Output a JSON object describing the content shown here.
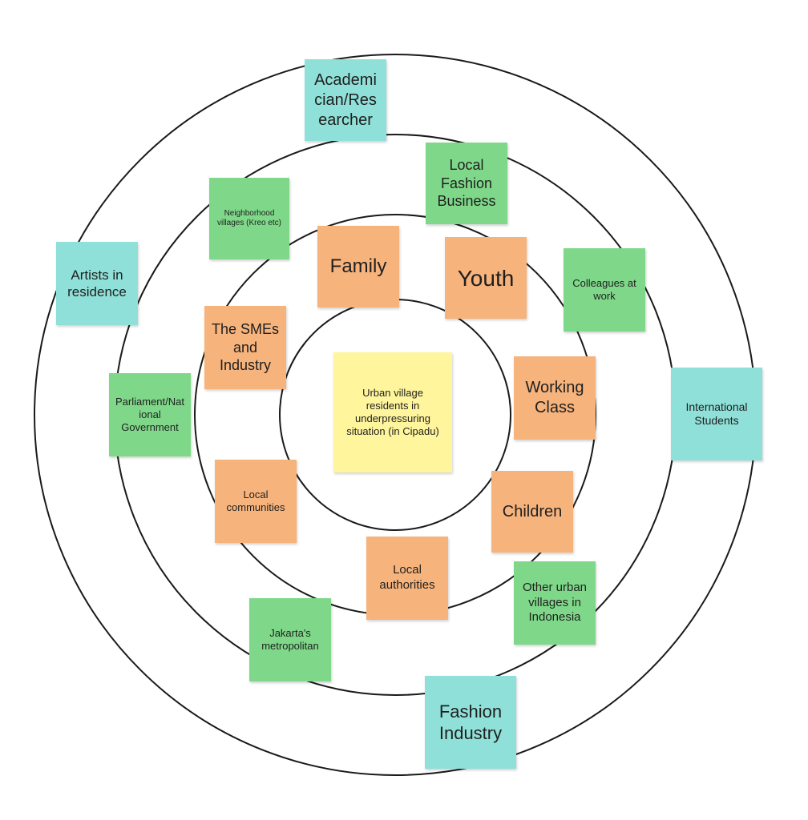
{
  "diagram": {
    "rings": 4,
    "colors": {
      "core": "#fff59d",
      "inner": "#f6b37c",
      "middle": "#7fd889",
      "outer": "#8fe0d8",
      "line": "#1a1a1a"
    },
    "notes": {
      "center": "Urban village residents in underpressuring situation (in Cipadu)",
      "family": "Family",
      "youth": "Youth",
      "smes": "The SMEs and Industry",
      "working_class": "Working Class",
      "local_communities": "Local communities",
      "children": "Children",
      "local_authorities": "Local authorities",
      "neighborhood_villages": "Neighborhood villages (Kreo etc)",
      "local_fashion_business": "Local Fashion Business",
      "colleagues_at_work": "Colleagues at work",
      "parliament": "Parliament/National Government",
      "other_urban_villages": "Other urban villages in Indonesia",
      "jakarta_metropolitan": "Jakarta's metropolitan",
      "academician": "Academician/Researcher",
      "artists_in_residence": "Artists in residence",
      "international_students": "International Students",
      "fashion_industry": "Fashion Industry"
    }
  }
}
